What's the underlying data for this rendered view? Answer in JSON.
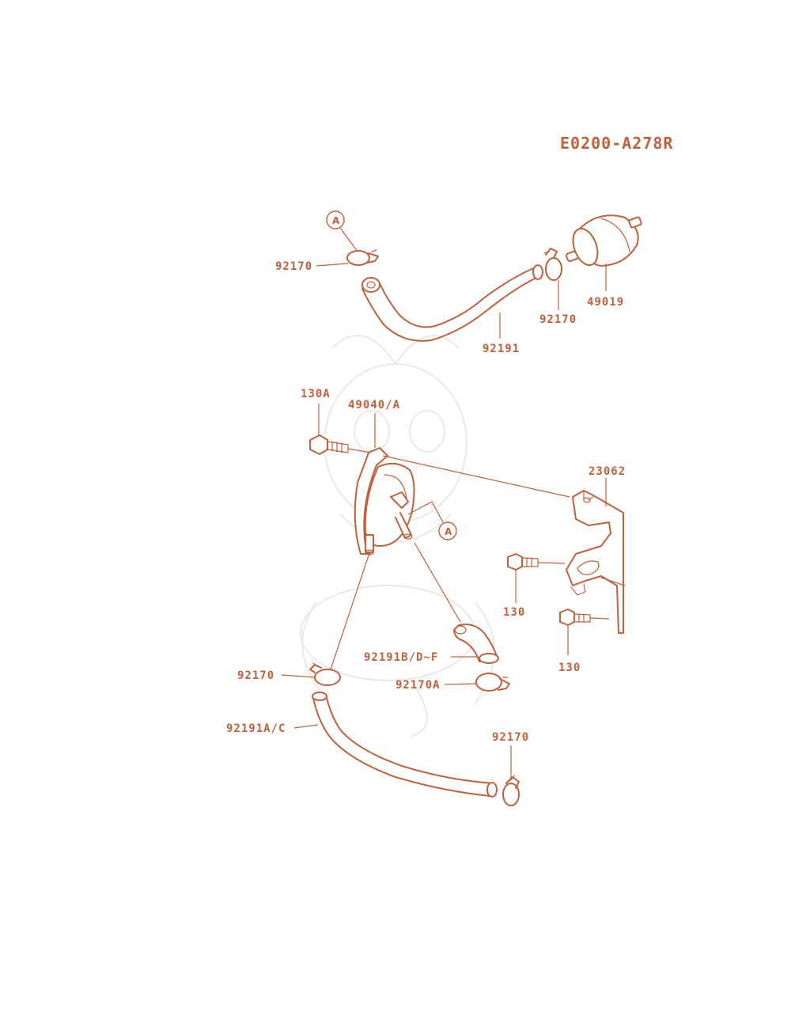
{
  "diagram_code": "E0200-A278R",
  "callout_letter": "A",
  "labels": {
    "clamp_top_left": "92170",
    "clamp_top_right": "92170",
    "filter": "49019",
    "hose_top": "92191",
    "bolt_top": "130A",
    "pump": "49040/A",
    "bracket": "23062",
    "bolt_mid": "130",
    "bolt_low": "130",
    "hose_mid": "92191B/D~F",
    "clamp_left": "92170",
    "clamp_mid": "92170A",
    "hose_bottom": "92191A/C",
    "clamp_bottom": "92170"
  },
  "colors": {
    "line": "#c0603c",
    "background": "#ffffff",
    "watermark": "#ece8e4"
  }
}
